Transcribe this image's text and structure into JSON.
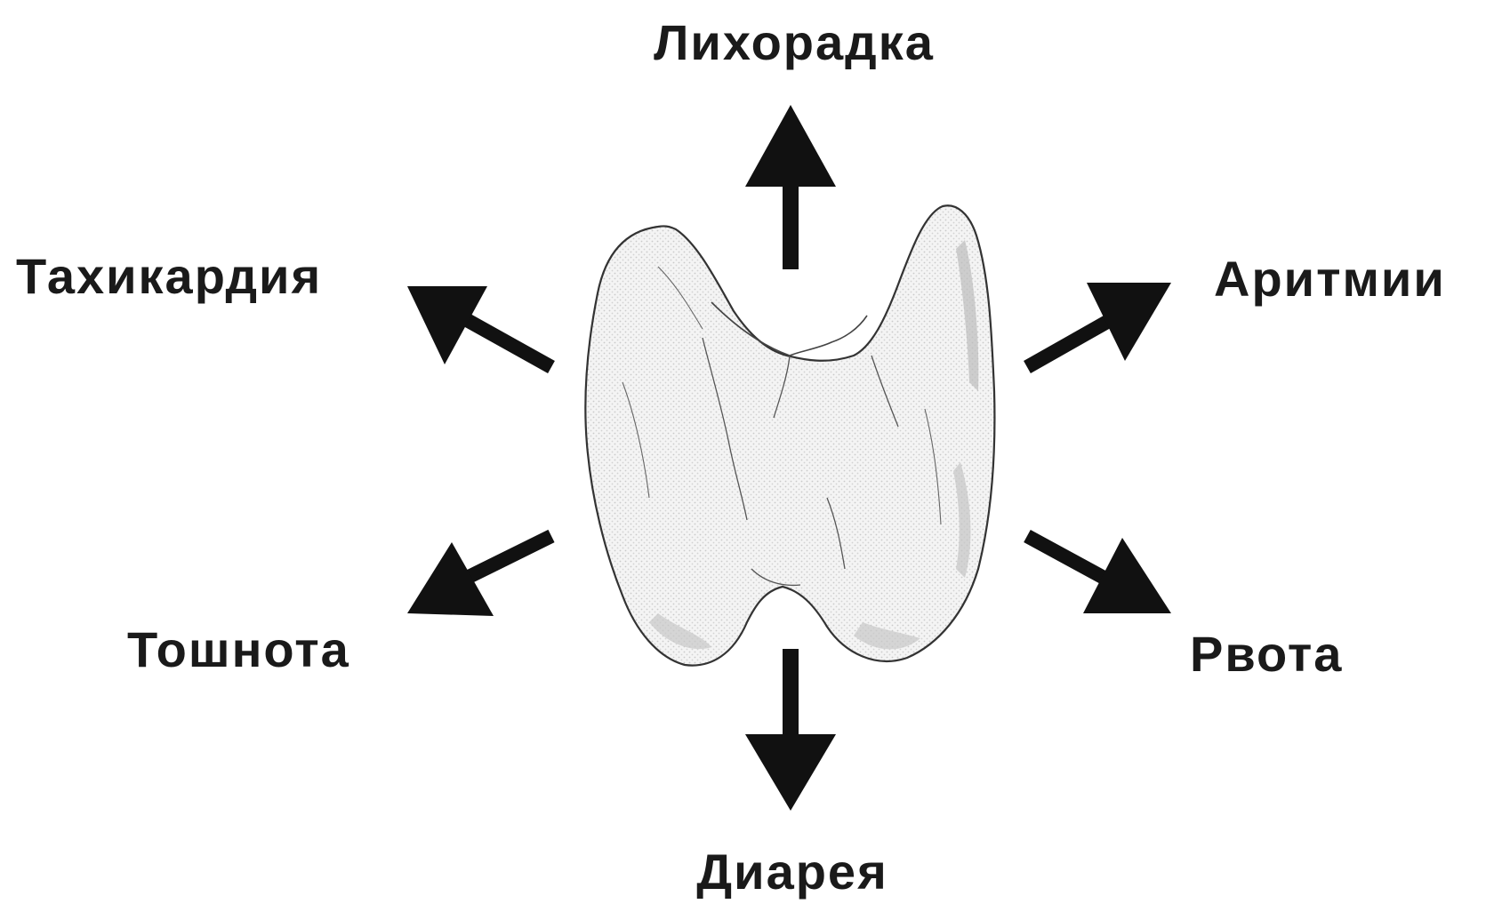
{
  "diagram": {
    "center_icon": "thyroid-gland-illustration",
    "symptoms": {
      "top": "Лихорадка",
      "upper_left": "Тахикардия",
      "upper_right": "Аритмии",
      "lower_left": "Тошнота",
      "lower_right": "Рвота",
      "bottom": "Диарея"
    },
    "colors": {
      "arrow": "#111111",
      "text": "#1a1a1a",
      "organ_outline": "#333333",
      "organ_fill": "#eeeeee"
    }
  }
}
